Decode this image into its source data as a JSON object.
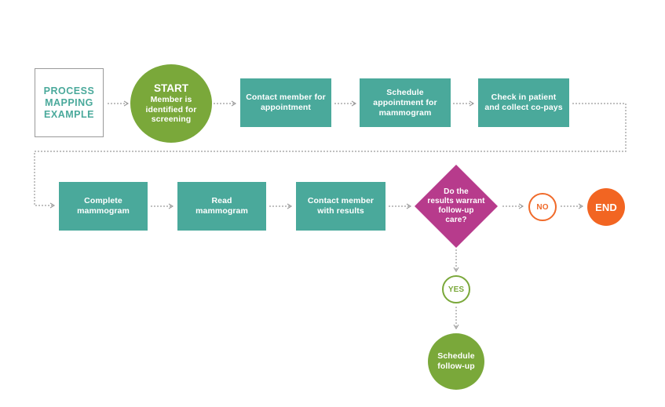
{
  "title": "PROCESS\nMAPPING\nEXAMPLE",
  "nodes": {
    "start": {
      "title": "START",
      "text": "Member is\nidentified for\nscreening"
    },
    "contact_appointment": "Contact member for\nappointment",
    "schedule_mammogram": "Schedule\nappointment for\nmammogram",
    "check_in": "Check in patient\nand collect co-pays",
    "complete_mammogram": "Complete\nmammogram",
    "read_mammogram": "Read\nmammogram",
    "contact_results": "Contact member\nwith results",
    "decision": "Do the\nresults warrant\nfollow-up\ncare?",
    "no": "NO",
    "end": "END",
    "yes": "YES",
    "schedule_followup": "Schedule\nfollow-up"
  },
  "colors": {
    "teal": "#4aa99b",
    "green": "#7aa83a",
    "magenta": "#b73b8c",
    "orange": "#f26522",
    "connector": "#9a9a9a"
  }
}
